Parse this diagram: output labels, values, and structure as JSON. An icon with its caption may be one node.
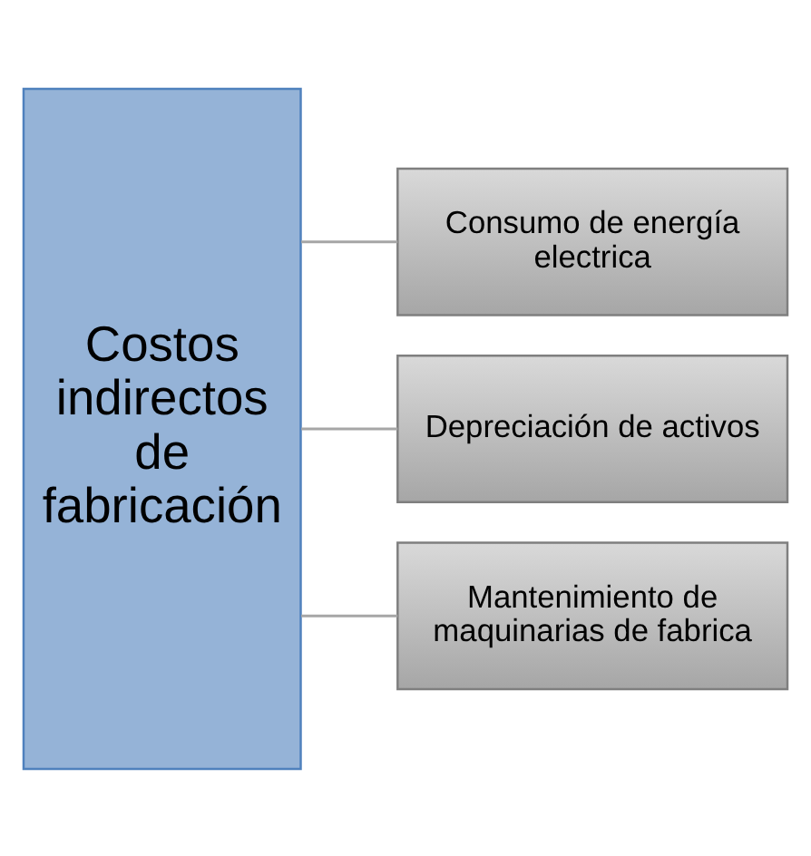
{
  "diagram": {
    "nodes": [
      {
        "text": [
          "Costos indirectos de fabricación"
        ]
      },
      {
        "text": [
          "Consumo de energía electrica"
        ]
      },
      {
        "text": [
          "Depreciación de activos"
        ]
      },
      {
        "text": [
          "Mantenimiento de maquinarias de fabrica"
        ]
      }
    ],
    "edges": [
      {
        "from": 0,
        "to": 1,
        "arrow": "none"
      },
      {
        "from": 0,
        "to": 2,
        "arrow": "none"
      },
      {
        "from": 0,
        "to": 3,
        "arrow": "none"
      }
    ]
  }
}
